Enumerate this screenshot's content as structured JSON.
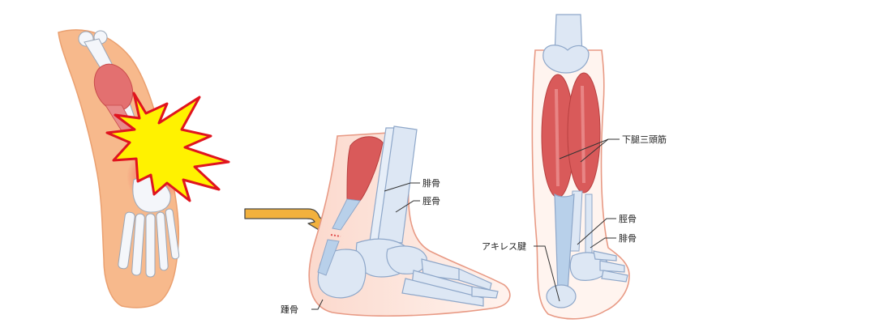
{
  "labels": {
    "fibula_side": "腓骨",
    "tibia_side": "脛骨",
    "calcaneus": "踵骨",
    "triceps_surae": "下腿三頭筋",
    "tibia_back": "脛骨",
    "fibula_back": "腓骨",
    "achilles": "アキレス腱"
  },
  "colors": {
    "skin": "#f7b98c",
    "skin_outline": "#e89a85",
    "bone": "#dde7f4",
    "bone_outline": "#8ea7c9",
    "muscle": "#d95a5a",
    "muscle_light": "#f2a3a3",
    "tendon": "#b8d0ea",
    "burst_fill": "#fff200",
    "burst_stroke": "#e0141e",
    "arrow": "#f2b13d",
    "arrow_outline": "#4a4a4a",
    "leader": "#333333"
  }
}
